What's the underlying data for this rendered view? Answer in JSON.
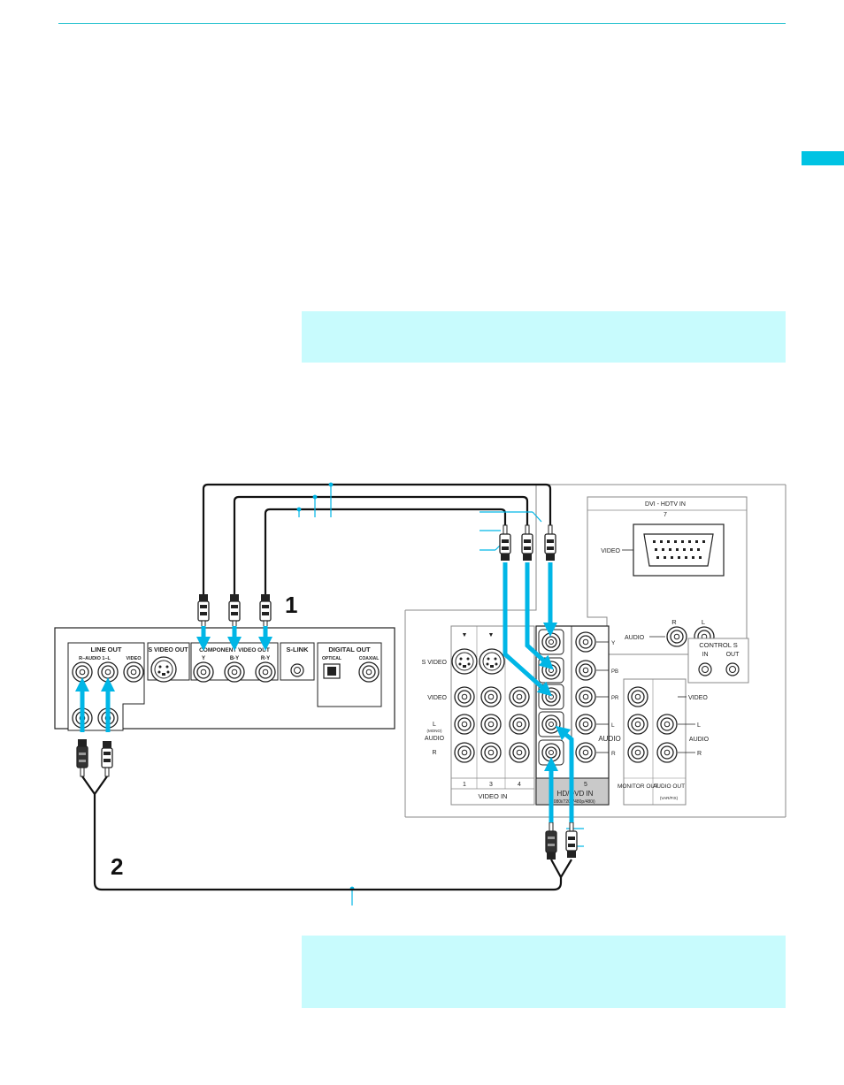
{
  "accent_color": "#00b6e6",
  "note_color": "#c8fbfd",
  "step_1": "1",
  "step_2": "2",
  "source_panel": {
    "line_out": "LINE OUT",
    "r_audio_l": "R–AUDIO 1–L",
    "video": "VIDEO",
    "s_video_out": "S VIDEO OUT",
    "component_video_out": "COMPONENT VIDEO OUT",
    "y": "Y",
    "b_y": "B-Y",
    "r_y": "R-Y",
    "s_link": "S-LINK",
    "digital_out": "DIGITAL OUT",
    "optical": "OPTICAL",
    "coaxial": "COAXIAL"
  },
  "tv_panel": {
    "dvi_title": "DVI - HDTV IN",
    "dvi_num": "7",
    "dvi_video": "VIDEO",
    "dvi_audio": "AUDIO",
    "r": "R",
    "l": "L",
    "control_s": "CONTROL S",
    "in": "IN",
    "out": "OUT",
    "s_video": "S VIDEO",
    "video": "VIDEO",
    "mono": "(MONO)",
    "audio": "AUDIO",
    "y": "Y",
    "pb": "PB",
    "pr": "PR",
    "col_1": "1",
    "col_3": "3",
    "col_4": "4",
    "col_5": "5",
    "video_in": "VIDEO IN",
    "hd_dvd_in": "HD/DVD IN",
    "hd_dvd_formats": "(1080i/720p/480p/480i)",
    "monitor_out": "MONITOR OUT",
    "audio_out": "AUDIO OUT",
    "audio_out_mode": "(VAR/FIX)"
  }
}
